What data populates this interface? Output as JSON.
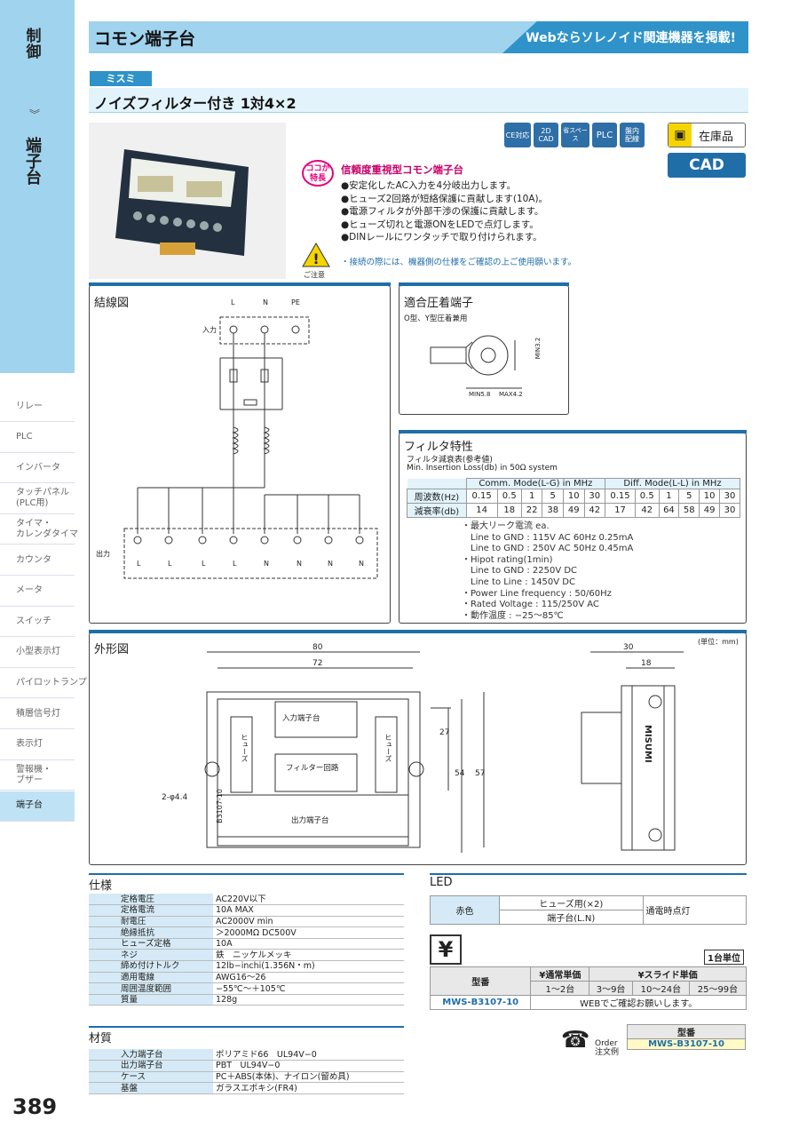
{
  "sidebar": {
    "top1": "制御",
    "top2": "端子台",
    "items": [
      "リレー",
      "PLC",
      "インバータ",
      "タッチパネル\n(PLC用)",
      "タイマ・\nカレンダタイマ",
      "カウンタ",
      "メータ",
      "スイッチ",
      "小型表示灯",
      "パイロットランプ",
      "積層信号灯",
      "表示灯",
      "警報機・\nブザー",
      "端子台"
    ]
  },
  "page_number": "389",
  "header": {
    "title": "コモン端子台",
    "banner": "Webならソレノイド関連機器を掲載!"
  },
  "maker": "ミスミ",
  "subtitle": "ノイズフィルター付き 1対4×2",
  "badges": [
    "CE対応",
    "2D\nCAD",
    "省スペース",
    "PLC",
    "盤内\n配線"
  ],
  "stock_label": "在庫品",
  "cad_button": "CAD",
  "feature": {
    "tag": "ココが\n特長",
    "title": "信頼度重視型コモン端子台",
    "items": [
      "●安定化したAC入力を4分岐出力します。",
      "●ヒューズ2回路が短絡保護に貢献します(10A)。",
      "●電源フィルタが外部干渉の保護に貢献します。",
      "●ヒューズ切れと電源ONをLEDで点灯します。",
      "●DINレールにワンタッチで取り付けられます。"
    ],
    "caution_label": "ご注意",
    "caution": "・接続の際には、機器側の仕様をご確認の上ご使用願います。"
  },
  "wiring": {
    "title": "結線図",
    "top_labels": [
      "L",
      "N",
      "PE"
    ],
    "input": "入力",
    "output": "出力",
    "out_labels": [
      "L",
      "L",
      "L",
      "L",
      "N",
      "N",
      "N",
      "N"
    ]
  },
  "crimp": {
    "title": "適合圧着端子",
    "note": "O型、Y型圧着兼用",
    "dim_min32": "MIN3.2",
    "dim_min58": "MIN5.8",
    "dim_max42": "MAX4.2"
  },
  "filter": {
    "title": "フィルタ特性",
    "sub1": "フィルタ減衰表(参考値)",
    "sub2": "Min. Insertion Loss(db) in 50Ω system",
    "hdr_comm": "Comm. Mode(L-G) in MHz",
    "hdr_diff": "Diff. Mode(L-L) in MHz",
    "row1_label": "周波数(Hz)",
    "row1": [
      "0.15",
      "0.5",
      "1",
      "5",
      "10",
      "30",
      "0.15",
      "0.5",
      "1",
      "5",
      "10",
      "30"
    ],
    "row2_label": "減衰率(db)",
    "row2": [
      "14",
      "18",
      "22",
      "38",
      "49",
      "42",
      "17",
      "42",
      "64",
      "58",
      "49",
      "30"
    ],
    "notes": [
      "・最大リーク電流 ea.",
      "　Line to GND : 115V AC 60Hz 0.25mA",
      "　Line to GND : 250V AC 50Hz 0.45mA",
      "・Hipot rating(1min)",
      "　Line to GND : 2250V DC",
      "　Line to Line : 1450V DC",
      "・Power Line frequency : 50/60Hz",
      "・Rated Voltage : 115/250V AC",
      "・動作温度 : −25〜85℃"
    ]
  },
  "outline": {
    "title": "外形図",
    "unit": "(単位：mm)",
    "d80": "80",
    "d72": "72",
    "d27": "27",
    "d54": "54",
    "d57": "57",
    "d30": "30",
    "d18": "18",
    "hole": "2-φ4.4",
    "in_block": "入力端子台",
    "filter": "フィルター回路",
    "out_block": "出力端子台",
    "fuse": "ヒューズ",
    "model": "B3107-10",
    "brand": "MISUMI"
  },
  "spec": {
    "title": "仕様",
    "rows": [
      [
        "定格電圧",
        "AC220V以下"
      ],
      [
        "定格電流",
        "10A MAX"
      ],
      [
        "耐電圧",
        "AC2000V min"
      ],
      [
        "絶縁抵抗",
        "＞2000MΩ DC500V"
      ],
      [
        "ヒューズ定格",
        "10A"
      ],
      [
        "ネジ",
        "鉄　ニッケルメッキ"
      ],
      [
        "締め付けトルク",
        "12lb−inchi(1.356N・m)"
      ],
      [
        "適用電線",
        "AWG16〜26"
      ],
      [
        "周囲温度範囲",
        "−55℃〜＋105℃"
      ],
      [
        "質量",
        "128g"
      ]
    ]
  },
  "material": {
    "title": "材質",
    "rows": [
      [
        "入力端子台",
        "ポリアミド66　UL94V−0"
      ],
      [
        "出力端子台",
        "PBT　UL94V−0"
      ],
      [
        "ケース",
        "PC＋ABS(本体)、ナイロン(留め具)"
      ],
      [
        "基盤",
        "ガラスエポキシ(FR4)"
      ]
    ]
  },
  "led": {
    "title": "LED",
    "color": "赤色",
    "items": [
      "ヒューズ用(×2)",
      "端子台(L.N)"
    ],
    "state": "通電時点灯"
  },
  "price": {
    "unit": "1台単位",
    "col_model": "型番",
    "col_normal": "¥通常単価",
    "col_slide": "¥スライド単価",
    "qty": [
      "1〜2台",
      "3〜9台",
      "10〜24台",
      "25〜99台"
    ],
    "model": "MWS-B3107-10",
    "note": "WEBでご確認お願いします。"
  },
  "order": {
    "label_en": "Order",
    "label_ja": "注文例",
    "col": "型番",
    "model": "MWS-B3107-10"
  }
}
